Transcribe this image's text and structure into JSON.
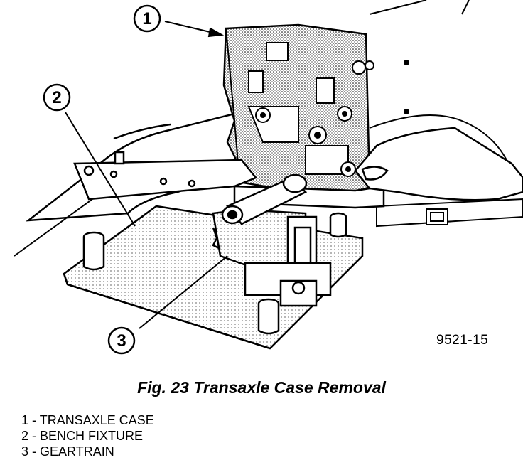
{
  "figure": {
    "callouts": [
      {
        "number": "1"
      },
      {
        "number": "2"
      },
      {
        "number": "3"
      }
    ],
    "figure_id": "9521-15"
  },
  "caption": "Fig. 23 Transaxle Case Removal",
  "legend": [
    {
      "number": "1",
      "text": "- TRANSAXLE CASE"
    },
    {
      "number": "2",
      "text": "- BENCH FIXTURE"
    },
    {
      "number": "3",
      "text": "- GEARTRAIN"
    }
  ]
}
